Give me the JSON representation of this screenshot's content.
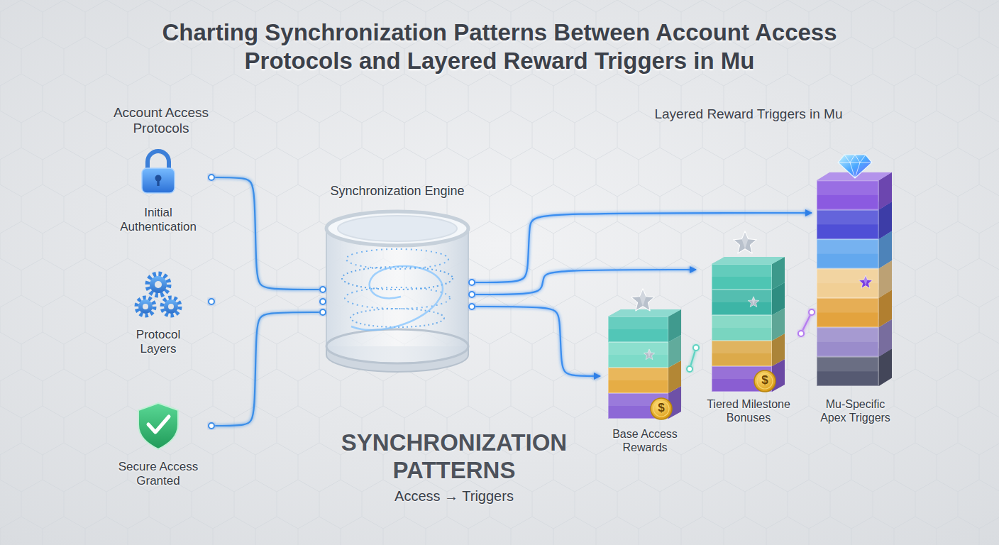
{
  "diagram": {
    "title": "Charting Synchronization Patterns Between Account Access Protocols and Layered Reward Triggers in Mu",
    "nodes": [
      {
        "text": [
          "Initial Authentication"
        ]
      },
      {
        "text": [
          "Protocol Layers"
        ]
      },
      {
        "text": [
          "Secure Access Granted"
        ]
      },
      {
        "text": [
          "Synchronization Engine"
        ]
      },
      {
        "text": [
          "Base Access Rewards"
        ]
      },
      {
        "text": [
          "Tiered Milestone Bonuses"
        ]
      },
      {
        "text": [
          "Mu-Specific Apex Triggers"
        ]
      }
    ],
    "edges": [
      {
        "from": 0,
        "to": 1,
        "arrow": "to"
      },
      {
        "from": 1,
        "to": 2,
        "arrow": "to"
      },
      {
        "from": 0,
        "to": 3,
        "arrow": "none"
      },
      {
        "from": 1,
        "to": 3,
        "arrow": "none"
      },
      {
        "from": 2,
        "to": 3,
        "arrow": "none"
      },
      {
        "from": 3,
        "to": 4,
        "arrow": "to"
      },
      {
        "from": 3,
        "to": 5,
        "arrow": "to"
      },
      {
        "from": 3,
        "to": 6,
        "arrow": "to"
      },
      {
        "from": 4,
        "to": 5,
        "arrow": "none"
      },
      {
        "from": 5,
        "to": 6,
        "arrow": "none"
      }
    ],
    "labels": [
      "Account Access Protocols",
      "Layered Reward Triggers in Mu",
      "SYNCHRONIZATION PATTERNS",
      "Access → Triggers",
      "$",
      "$"
    ]
  }
}
